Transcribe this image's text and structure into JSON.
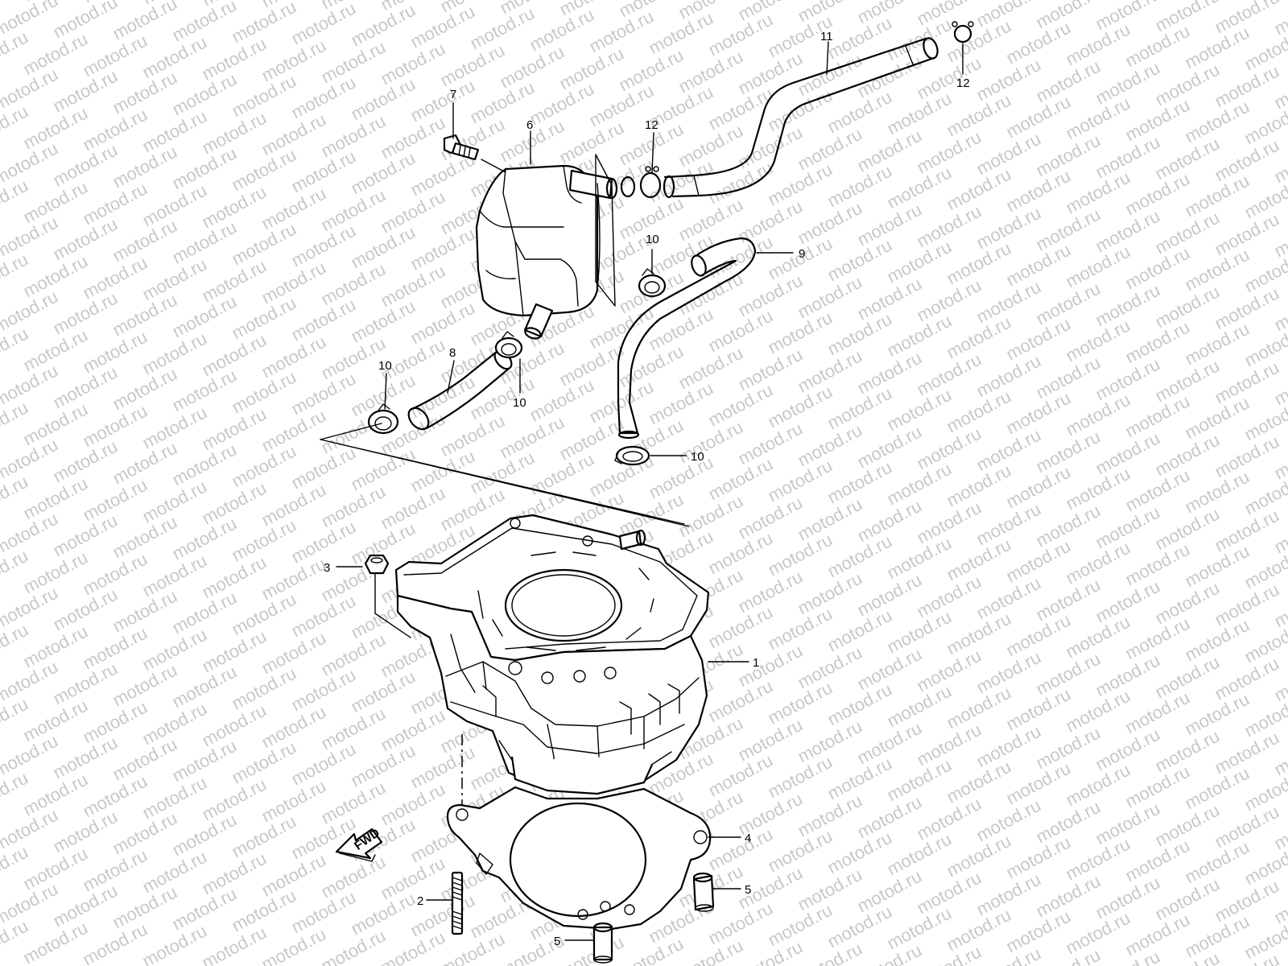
{
  "watermark_text": "motod.ru",
  "fwd_label": "FWD",
  "callouts": {
    "c1": "1",
    "c2": "2",
    "c3": "3",
    "c4": "4",
    "c5a": "5",
    "c5b": "5",
    "c6": "6",
    "c7": "7",
    "c8": "8",
    "c9": "9",
    "c10a": "10",
    "c10b": "10",
    "c10c": "10",
    "c10d": "10",
    "c11": "11",
    "c12a": "12",
    "c12b": "12"
  },
  "parts": [
    "cylinder",
    "stud",
    "nut",
    "gasket",
    "dowel-pin",
    "breather-box",
    "bolt",
    "hose",
    "hose",
    "clamp",
    "hose",
    "clip"
  ]
}
